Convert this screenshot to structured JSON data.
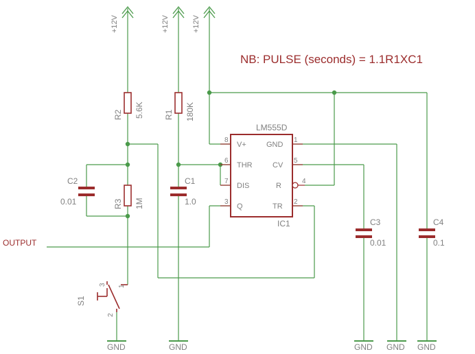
{
  "note": "NB: PULSE (seconds) = 1.1R1XC1",
  "supplies": [
    {
      "label": "+12V"
    },
    {
      "label": "+12V"
    },
    {
      "label": "+12V"
    }
  ],
  "grounds": [
    "GND",
    "GND",
    "GND",
    "GND",
    "GND"
  ],
  "ic": {
    "ref": "IC1",
    "part": "LM555D",
    "pins": [
      {
        "num": "8",
        "name": "V+"
      },
      {
        "num": "6",
        "name": "THR"
      },
      {
        "num": "7",
        "name": "DIS"
      },
      {
        "num": "3",
        "name": "Q"
      },
      {
        "num": "1",
        "name": "GND"
      },
      {
        "num": "5",
        "name": "CV"
      },
      {
        "num": "4",
        "name": "R"
      },
      {
        "num": "2",
        "name": "TR"
      }
    ]
  },
  "resistors": [
    {
      "ref": "R2",
      "value": "5.6K"
    },
    {
      "ref": "R1",
      "value": "180K"
    },
    {
      "ref": "R3",
      "value": "1M"
    }
  ],
  "capacitors": [
    {
      "ref": "C2",
      "value": "0.01"
    },
    {
      "ref": "C1",
      "value": "1.0"
    },
    {
      "ref": "C3",
      "value": "0.01"
    },
    {
      "ref": "C4",
      "value": "0.1"
    }
  ],
  "switch": {
    "ref": "S1",
    "pins": [
      "1",
      "2",
      "3"
    ]
  },
  "output_label": "OUTPUT",
  "colors": {
    "wire": "#4a9a4a",
    "component": "#9b2c2c",
    "text_grey": "#808080",
    "text_red": "#9b2c2c"
  }
}
